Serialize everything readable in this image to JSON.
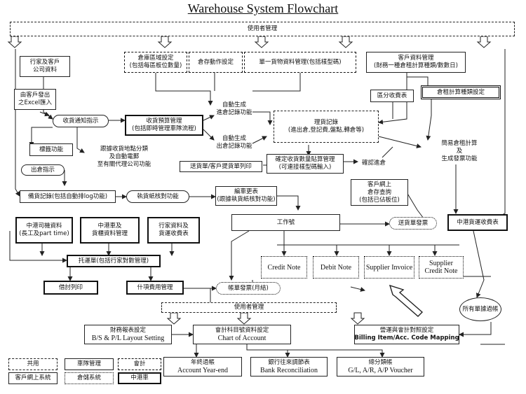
{
  "title": "Warehouse System Flowchart",
  "nodes": {
    "user_mgmt_top": "使用者管理",
    "agent_customer_data": [
      "行家及客戶",
      "公司資料"
    ],
    "warehouse_zone_setup": [
      "倉庫區域設定",
      "(包括每區板位數量)"
    ],
    "storage_action_setup": "倉存動作設定",
    "single_item_data": "單一貨物資料管理(包括樣型碼)",
    "customer_data_mgmt": [
      "客戶資料管理",
      "(財務一種倉租計算種類/數數日)"
    ],
    "customer_excel_import": [
      "由客戶發出",
      "之Excel匯入"
    ],
    "zone_fee_table": "區分收費表",
    "storage_fee_type_setup": "倉租計算種類設定",
    "auto_generate_in": [
      "自動生成",
      "進倉記錄功能"
    ],
    "auto_generate_out": [
      "自動生成",
      "出倉記錄功能"
    ],
    "receive_notice": "收貨通知指示",
    "receive_budget_mgmt": [
      "收貨預算管理",
      "(包括即時管理車隊流程)"
    ],
    "inventory_records": [
      "理貨記錄",
      "(進出倉,登記費,盤點,轉倉等)"
    ],
    "label_function": "標籤功能",
    "track_delivery": [
      "跟據收貨地點分類",
      "及自動電郵",
      "至有關代理公司功能"
    ],
    "confirm_qty_entry": [
      "確定收貨數量貼算管理",
      "(可連接樣型碼輸入)"
    ],
    "confirm_in": "確認進倉",
    "fee_calc": [
      "簡易倉租計算",
      "及",
      "生成發票功能"
    ],
    "delivery_print": "送貨單/客戶提貨單列印",
    "dispatch_instruction": "出倉指示",
    "stock_record": "備貨記錄(包括自動排log功能)",
    "seal_verify": "執貨紙核對功能",
    "vehicle_change": [
      "編車更表",
      "(跟據執貨紙核對功能)"
    ],
    "customer_online_query": [
      "客戶網上",
      "倉存查詢",
      "(包括已佔板位)"
    ],
    "work_order": "工作號",
    "delivery_invoice": "送貨單發票",
    "hk_freight_invoice": "中港貨運收費表",
    "driver_data": [
      "中港司機資料",
      "(長工及part time)"
    ],
    "vehicle_data": [
      "中港車及",
      "貨櫃資料管理"
    ],
    "agent_fee_table": [
      "行家資料及",
      "貨運收費表"
    ],
    "consignment_note": "托運單(包括行家對數管理)",
    "credit_note": "Credit Note",
    "debit_note": "Debit Note",
    "supplier_invoice": "Supplier Invoice",
    "supplier_credit_note": [
      "Supplier",
      "Credit Note"
    ],
    "receipt_print": "借討列印",
    "expense_mgmt": "什項費用管理",
    "statement_invoice": "帳單發票(月結)",
    "all_documents": "所有單據過帳",
    "user_mgmt_bottom": "使用者管理",
    "financial_report_setup": [
      "財務報表設定",
      "B/S & P/L Layout Setting"
    ],
    "chart_of_account": [
      "會計科目號資料設定",
      "Chart of Account"
    ],
    "billing_mapping": [
      "營運與會計對照設定",
      "Billing Item/Acc. Code Mapping"
    ],
    "year_end": [
      "年終過帳",
      "Account Year-end"
    ],
    "bank_reconciliation": [
      "銀行往來調節表",
      "Bank Reconciliation"
    ],
    "voucher": [
      "總分類帳",
      "G/L, A/R, A/P Voucher"
    ]
  },
  "legend": {
    "common": "共用",
    "fleet_mgmt": "車隊管理",
    "accounting": "會計",
    "customer_online_system": "客戶網上系統",
    "warehouse_system": "倉儲系統",
    "hk_china_truck": "中港車"
  }
}
